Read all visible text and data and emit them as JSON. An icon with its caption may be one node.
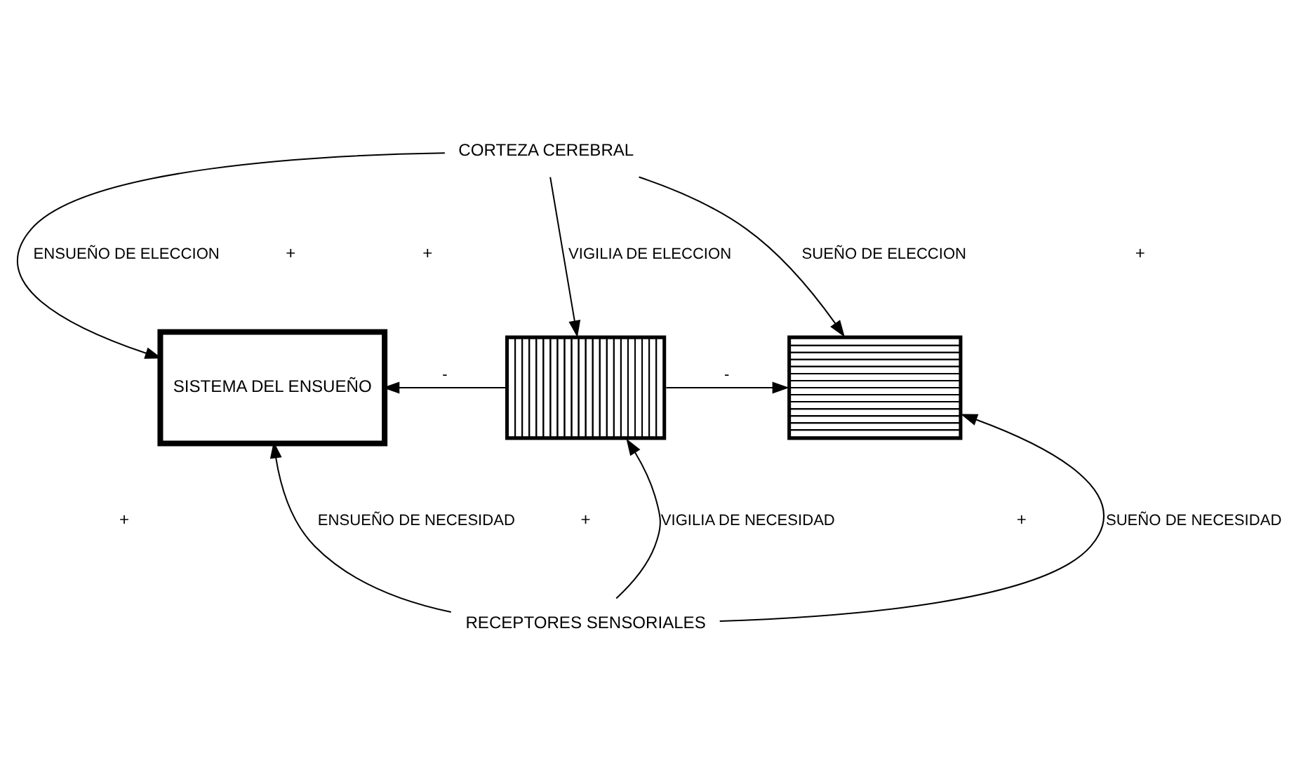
{
  "diagram": {
    "nodes": [
      {
        "text": [
          "CORTEZA CEREBRAL"
        ]
      },
      {
        "text": [
          "SISTEMA DEL ENSUEÑO"
        ]
      },
      {
        "text": [],
        "shape": "box"
      },
      {
        "text": [],
        "shape": "box"
      },
      {
        "text": [
          "RECEPTORES SENSORIALES"
        ]
      }
    ],
    "edges": [
      {
        "from": 0,
        "to": 1,
        "arrow": "to",
        "label": "ENSUEÑO DE ELECCION"
      },
      {
        "from": 0,
        "to": 2,
        "arrow": "to",
        "label": "VIGILIA DE ELECCION"
      },
      {
        "from": 0,
        "to": 3,
        "arrow": "to",
        "label": "SUEÑO DE ELECCION"
      },
      {
        "from": 2,
        "to": 1,
        "arrow": "to",
        "label": "-"
      },
      {
        "from": 2,
        "to": 3,
        "arrow": "to",
        "label": "-"
      },
      {
        "from": 4,
        "to": 1,
        "arrow": "to",
        "label": "ENSUEÑO DE NECESIDAD"
      },
      {
        "from": 4,
        "to": 2,
        "arrow": "to",
        "label": "VIGILIA DE NECESIDAD"
      },
      {
        "from": 4,
        "to": 3,
        "arrow": "to",
        "label": "SUEÑO DE NECESIDAD"
      }
    ],
    "labels": [
      "+",
      "+",
      "+",
      "+",
      "+",
      "+"
    ]
  }
}
